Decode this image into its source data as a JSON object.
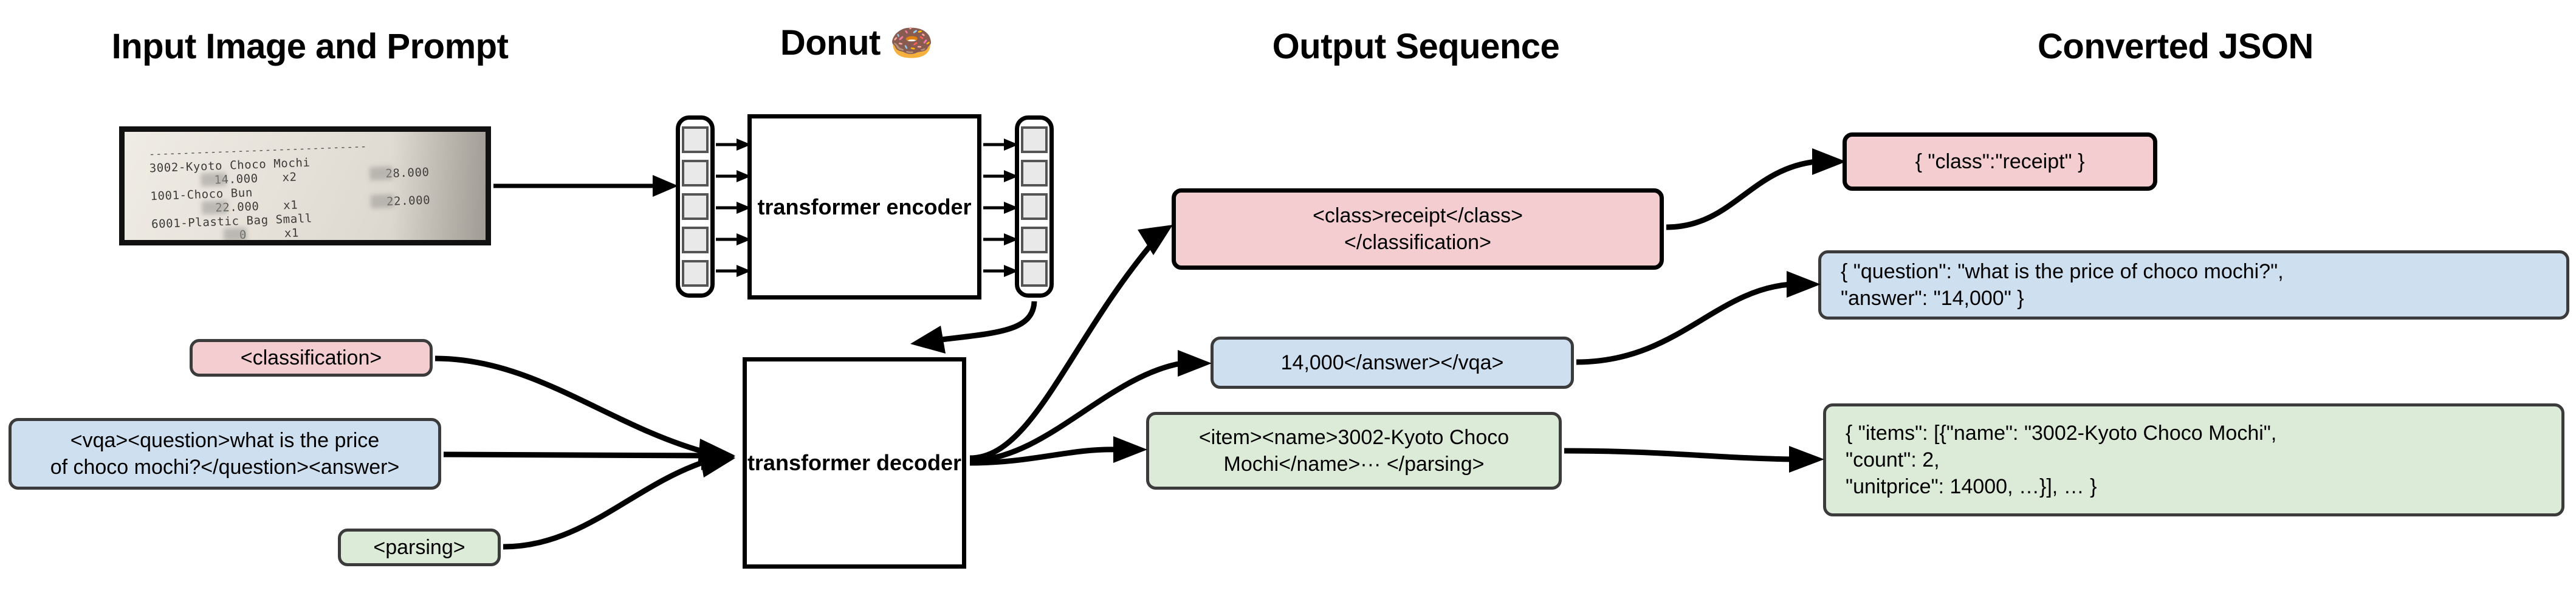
{
  "figure": {
    "title_columns": [
      {
        "id": "input",
        "label": "Input Image and Prompt"
      },
      {
        "id": "model",
        "label": "Donut 🍩"
      },
      {
        "id": "output",
        "label": "Output Sequence"
      },
      {
        "id": "json",
        "label": "Converted JSON"
      }
    ]
  },
  "receipt": {
    "name": "receipt-photo",
    "top_rule": "--------------------------------",
    "bottom_rule": "--------------------------------",
    "lines": [
      {
        "name": "3002-Kyoto Choco Mochi",
        "price": "14.000",
        "count": "x2",
        "total": "28.000"
      },
      {
        "name": "1001-Choco Bun",
        "price": "22.000",
        "count": "x1",
        "total": "22.000"
      },
      {
        "name": "6001-Plastic Bag Small",
        "price": "0",
        "count": "x1",
        "total": ""
      }
    ]
  },
  "model": {
    "encoder_label": "transformer\nencoder",
    "decoder_label": "transformer\ndecoder",
    "input_tokens": [
      "",
      "",
      "",
      "",
      ""
    ],
    "output_tokens": [
      "",
      "",
      "",
      "",
      ""
    ]
  },
  "prompts": [
    {
      "id": "classification",
      "text": "<classification>",
      "color": "#f4cdd0"
    },
    {
      "id": "vqa",
      "text": "<vqa><question>what is the price\nof choco mochi?</question><answer>",
      "color": "#cedff0"
    },
    {
      "id": "parsing",
      "text": "<parsing>",
      "color": "#dcebd7"
    }
  ],
  "output_sequences": [
    {
      "id": "classification-output",
      "text": "<class>receipt</class>\n</classification>",
      "color": "#f4cdd0"
    },
    {
      "id": "vqa-output",
      "text": "14,000</answer></vqa>",
      "color": "#cedff0"
    },
    {
      "id": "parsing-output",
      "text": "<item><name>3002-Kyoto Choco\nMochi</name>··· </parsing>",
      "color": "#dcebd7"
    }
  ],
  "converted_json": [
    {
      "id": "classification-json",
      "text": "{ \"class\":\"receipt\" }",
      "color": "#f4cdd0"
    },
    {
      "id": "vqa-json",
      "text": "{ \"question\": \"what is the price of choco mochi?\",\n    \"answer\": \"14,000\" }",
      "color": "#cedff0"
    },
    {
      "id": "parsing-json",
      "text": "{ \"items\": [{\"name\": \"3002-Kyoto Choco Mochi\",\n      \"count\": 2,\n      \"unitprice\": 14000, …}], … }",
      "color": "#dcebd7"
    }
  ],
  "colors": {
    "pink": "#f4cdd0",
    "blue": "#cedff0",
    "green": "#dcebd7",
    "outline": "#3b3b3b",
    "stroke": "#000000",
    "token_fill": "#e9e9e9"
  }
}
